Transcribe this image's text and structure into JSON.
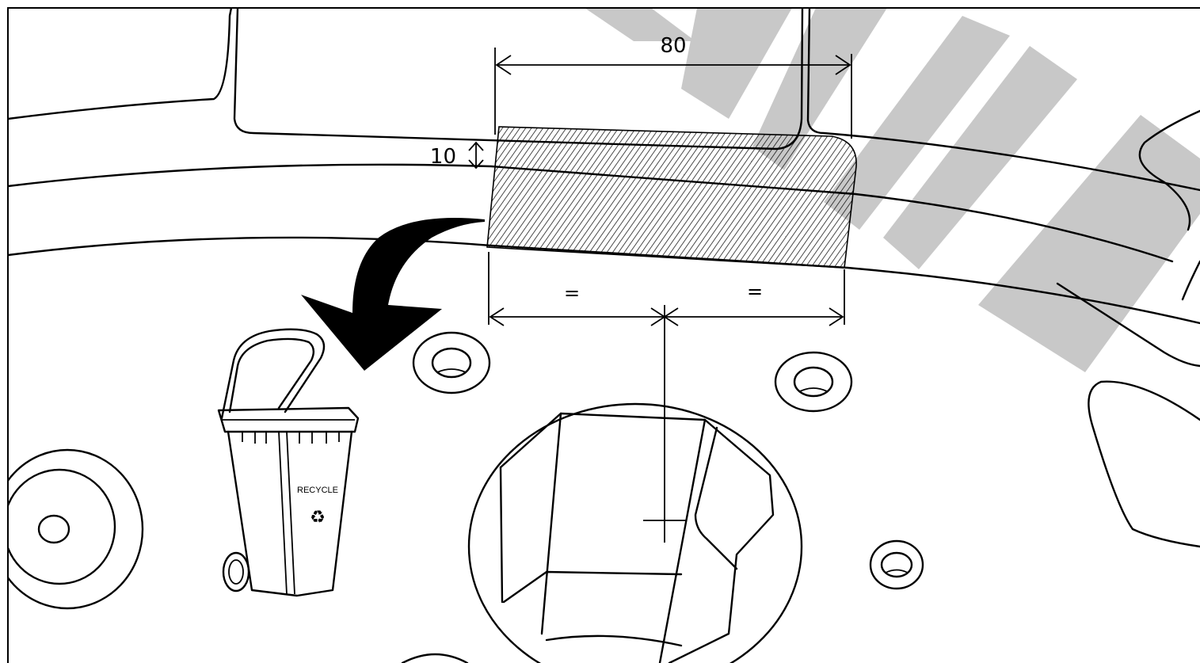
{
  "dimensions": {
    "width_label": "80",
    "depth_label": "10",
    "equal_left": "=",
    "equal_right": "="
  },
  "bin": {
    "label": "RECYCLE",
    "symbol": "♻"
  },
  "colors": {
    "line": "#000000",
    "watermark": "#c8c8c8",
    "background": "#ffffff"
  }
}
